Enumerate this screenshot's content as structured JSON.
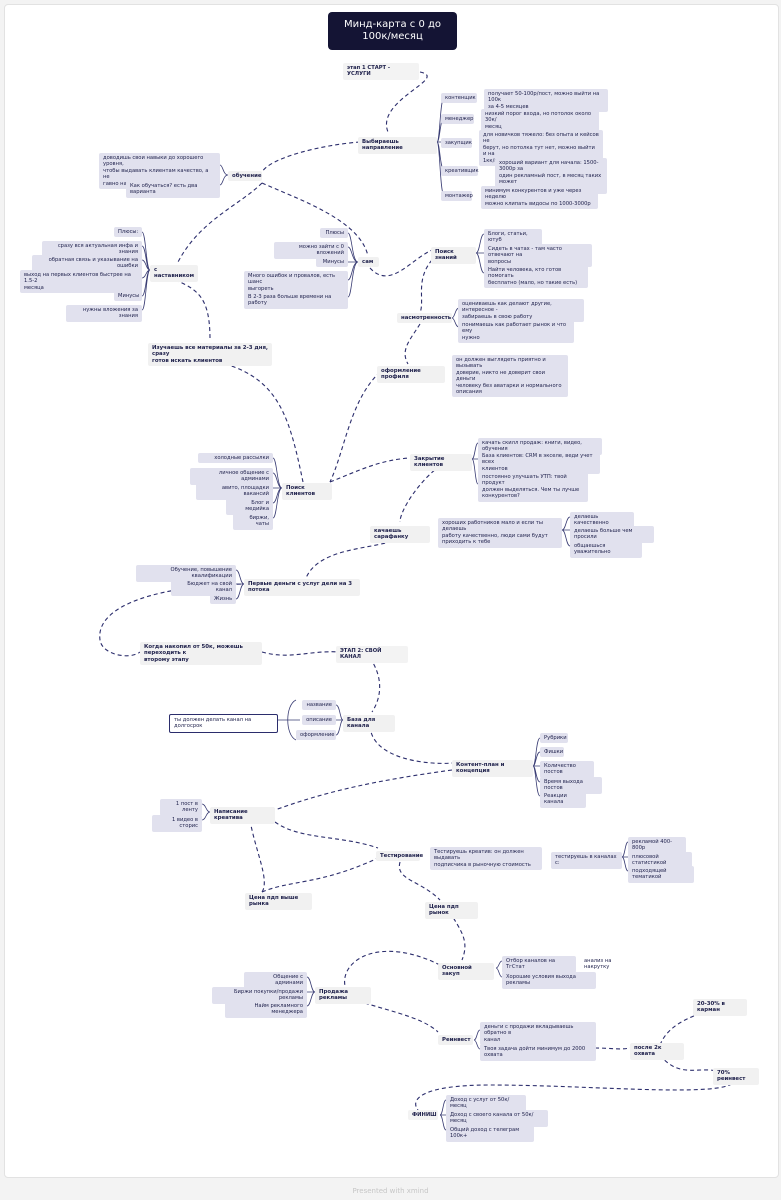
{
  "title": "Минд-карта с 0 до\n100к/месяц",
  "footer": "Presented with xmind",
  "nodes": {
    "stage1": "этап 1 СТАРТ - УСЛУГИ",
    "choose": "Выбираешь направление",
    "contentmaker": "контенщик",
    "cm_desc": "получает 50-100р/пост, можно выйти на 100к\nза 4-5 месяцев",
    "manager": "менеджер",
    "mg_desc": "низкий порог входа, но потолок около 30к/\nмесяц",
    "buyer": "закупщик",
    "by_desc": "для новичков тяжело: без опыта и кейсов не\nберут, но потолка тут нет, можно выйти и на\n1кк/месяц",
    "creative": "креативщик",
    "cr_desc": "хороший вариант для начала: 1500-3000р за\nодин рекламный пост, в месяц таких может\nбыть 15-20",
    "editor": "монтажер",
    "ed_desc": "минимум конкурентов и уже через неделю\nможно клипать видосы по 1000-3000р",
    "learning": "обучение",
    "learn_note": "доводишь свои навыки до хорошего уровня,\nчтобы выдавать клиентам качество, а не\nгавно на палочке",
    "howlearn": "Как обучаться? есть два варианта",
    "mentor": "с наставником",
    "m_plus": "Плюсы:",
    "m_p1": "сразу вся актуальная инфа и знания",
    "m_p2": "обратная связь и указывание на ошибки",
    "m_p3": "выход на первых клиентов быстрее на 1.5-2\nмесяца",
    "m_minus": "Минусы",
    "m_m1": "нужны вложения за знания",
    "self": "сам",
    "s_plus": "Плюсы",
    "s_p1": "можно зайти с 0 вложений",
    "s_minus": "Минусы",
    "s_m1": "Много ошибок и провалов, есть шанс\nвыгореть",
    "s_m2": "В 2-3 раза больше времени на работу",
    "study": "Изучаешь все материалы за 2-3 дня, сразу\nготов искать клиентов",
    "search": "Поиск знаний",
    "sr1": "Блоги, статьи, ютуб",
    "sr2": "Сидеть в чатах - там часто отвечают на\nвопросы",
    "sr3": "Найти человека, кто готов помогать\nбесплатно (мало, но такие есть)",
    "insight": "насмотренность",
    "in1": "оцениваешь как делают другие, интересное -\nзабираешь в свою работу",
    "in2": "понимаешь как работает рынок и что ему\nнужно",
    "profile": "оформление профиля",
    "pr1": "он должен выглядеть приятно и вызывать\nдоверие, никто не доверит свои деньги\nчеловеку без аватарки и нормального\nописания",
    "clients": "Поиск клиентов",
    "cl1": "холодные рассылки",
    "cl2": "личное общение с админами",
    "cl3": "авито, площадки вакансий",
    "cl4": "Блог и медийка",
    "cl5": "биржи, чаты",
    "closing": "Закрытие клиентов",
    "cs1": "качать скилл продаж: книги, видео, обучения",
    "cs2": "База клиентов: CRM в экселе, веди учет всех\nклиентов",
    "cs3": "постоянно улучшать УТП: твой продукт\nдолжен выделяться. Чем ты лучше\nконкурентов?",
    "word": "качаешь сарафанку",
    "wd_desc": "хороших работников мало и если ты делаешь\nработу качественно, люди сами будут\nприходить к тебе",
    "wd1": "делаешь качественно",
    "wd2": "делаешь больше чем просили",
    "wd3": "общаешься уважительно",
    "money": "Первые деньги с услуг дели на 3 потока",
    "mo1": "Обучение, повышение квалификации",
    "mo2": "Бюджет на свой канал",
    "mo3": "Жизнь",
    "saved": "Когда накопил от 50к, можешь переходить к\nвторому этапу",
    "stage2": "ЭТАП 2: СВОЙ КАНАЛ",
    "base": "База для канала",
    "b1": "название",
    "b2": "описание",
    "b3": "оформление",
    "longterm": "ты должен делать канал на долгосрок",
    "plan": "Контент-план и концепция",
    "pl1": "Рубрики",
    "pl2": "Фишки",
    "pl3": "Количество постов",
    "pl4": "Время выхода постов",
    "pl5": "Реакции канала",
    "writing": "Написание креатива",
    "wr1": "1 пост в ленту",
    "wr2": "1 видео в сторис",
    "testing": "Тестирование",
    "te_desc": "Тестируешь креатив: он должен выдавать\nподписчика в рыночную стоимость",
    "te_ch": "тестируешь в каналах с:",
    "tc1": "рекламой 400-800р",
    "tc2": "плюсовой статистикой",
    "tc3": "подходящей тематикой",
    "above": "Цена пдп выше рынка",
    "market": "Цена пдп рынок",
    "purchase": "Основной закуп",
    "pu1": "Отбор каналов на ТгСтат",
    "pu1a": "анализ на накрутку",
    "pu2": "Хорошие условия выхода рекламы",
    "ads": "Продажа рекламы",
    "ad1": "Общение с админами",
    "ad2": "Биржи покупки/продажи рекламы",
    "ad3": "Найм рекламного менеджера",
    "reinvest": "Реинвест",
    "re1": "деньги с продажи вкладываешь обратно в\nканал",
    "re2": "Твоя задача дойти минимум до 2000 охвата",
    "after": "после 2к охвата",
    "pct1": "20-30% в карман",
    "pct2": "70% реинвест",
    "finish": "ФИНИШ",
    "fi1": "Доход с услуг от 50к/месяц",
    "fi2": "Доход с своего канала от 50к/месяц",
    "fi3": "Общий доход с телеграм 100к+"
  },
  "colors": {
    "title_bg": "#141434",
    "line": "#2b2d6c",
    "chip": "#e1e1ee",
    "main": "#f1f1f1"
  }
}
